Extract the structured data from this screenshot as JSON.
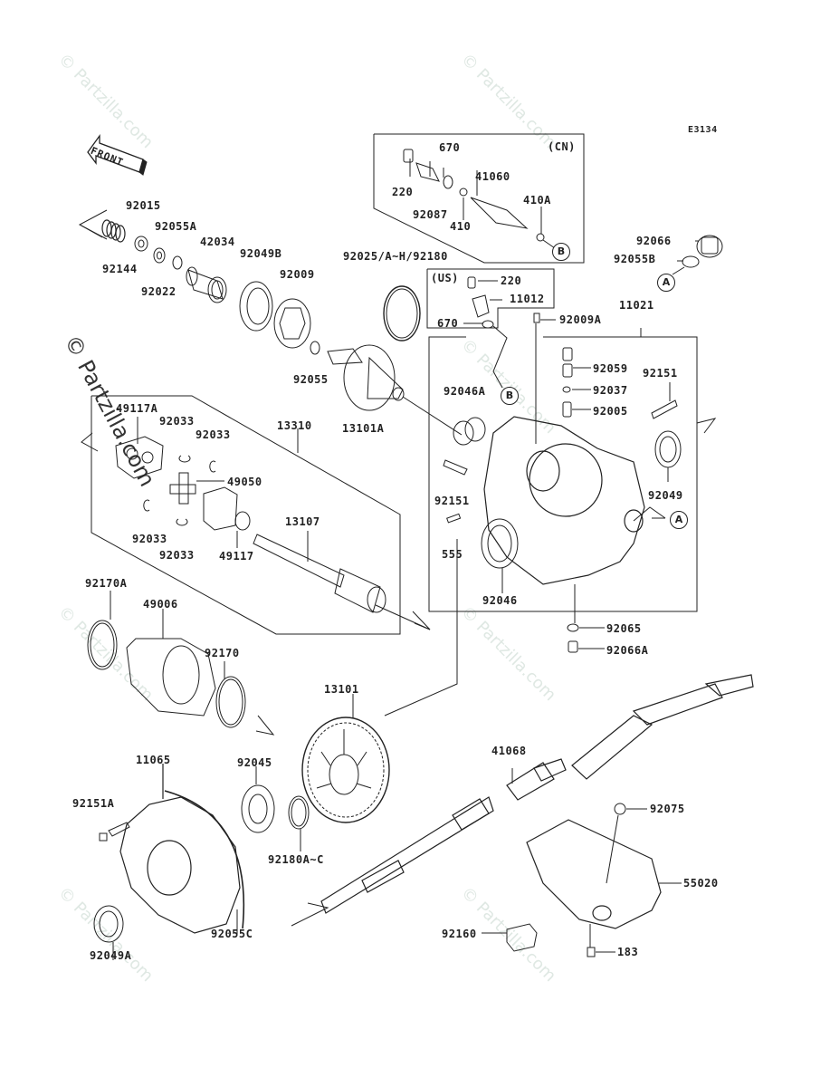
{
  "diagram": {
    "code": "E3134",
    "front_label": "FRONT",
    "watermark": "© Partzilla.com",
    "region_labels": {
      "cn": "(CN)",
      "us": "(US)"
    },
    "reference_markers": [
      "A",
      "B"
    ],
    "parts": [
      {
        "id": "p220cn",
        "label": "220"
      },
      {
        "id": "p670cn",
        "label": "670"
      },
      {
        "id": "p92087",
        "label": "92087"
      },
      {
        "id": "p410",
        "label": "410"
      },
      {
        "id": "p41060",
        "label": "41060"
      },
      {
        "id": "p410A",
        "label": "410A"
      },
      {
        "id": "p92066",
        "label": "92066"
      },
      {
        "id": "p92055B",
        "label": "92055B"
      },
      {
        "id": "p92015",
        "label": "92015"
      },
      {
        "id": "p92055A",
        "label": "92055A"
      },
      {
        "id": "p42034",
        "label": "42034"
      },
      {
        "id": "p92049B",
        "label": "92049B"
      },
      {
        "id": "p92009",
        "label": "92009"
      },
      {
        "id": "p92144",
        "label": "92144"
      },
      {
        "id": "p92022",
        "label": "92022"
      },
      {
        "id": "p92055",
        "label": "92055"
      },
      {
        "id": "p92025",
        "label": "92025/A~H/92180"
      },
      {
        "id": "p220us",
        "label": "220"
      },
      {
        "id": "p11012",
        "label": "11012"
      },
      {
        "id": "p670us",
        "label": "670"
      },
      {
        "id": "p92009A",
        "label": "92009A"
      },
      {
        "id": "p11021",
        "label": "11021"
      },
      {
        "id": "p13101A",
        "label": "13101A"
      },
      {
        "id": "p92046A",
        "label": "92046A"
      },
      {
        "id": "p92059",
        "label": "92059"
      },
      {
        "id": "p92037",
        "label": "92037"
      },
      {
        "id": "p92005",
        "label": "92005"
      },
      {
        "id": "p92151a",
        "label": "92151"
      },
      {
        "id": "p92049",
        "label": "92049"
      },
      {
        "id": "p92151b",
        "label": "92151"
      },
      {
        "id": "p555",
        "label": "555"
      },
      {
        "id": "p92046",
        "label": "92046"
      },
      {
        "id": "p92065",
        "label": "92065"
      },
      {
        "id": "p92066A",
        "label": "92066A"
      },
      {
        "id": "p49117A",
        "label": "49117A"
      },
      {
        "id": "p92033a",
        "label": "92033"
      },
      {
        "id": "p92033b",
        "label": "92033"
      },
      {
        "id": "p13310",
        "label": "13310"
      },
      {
        "id": "p49050",
        "label": "49050"
      },
      {
        "id": "p92033c",
        "label": "92033"
      },
      {
        "id": "p92033d",
        "label": "92033"
      },
      {
        "id": "p49117",
        "label": "49117"
      },
      {
        "id": "p13107",
        "label": "13107"
      },
      {
        "id": "p92170A",
        "label": "92170A"
      },
      {
        "id": "p49006",
        "label": "49006"
      },
      {
        "id": "p92170",
        "label": "92170"
      },
      {
        "id": "p13101",
        "label": "13101"
      },
      {
        "id": "p11065",
        "label": "11065"
      },
      {
        "id": "p92045",
        "label": "92045"
      },
      {
        "id": "p41068",
        "label": "41068"
      },
      {
        "id": "p92151A",
        "label": "92151A"
      },
      {
        "id": "p92180A",
        "label": "92180A~C"
      },
      {
        "id": "p92075",
        "label": "92075"
      },
      {
        "id": "p55020",
        "label": "55020"
      },
      {
        "id": "p92049A",
        "label": "92049A"
      },
      {
        "id": "p92055C",
        "label": "92055C"
      },
      {
        "id": "p92160",
        "label": "92160"
      },
      {
        "id": "p183",
        "label": "183"
      }
    ]
  }
}
